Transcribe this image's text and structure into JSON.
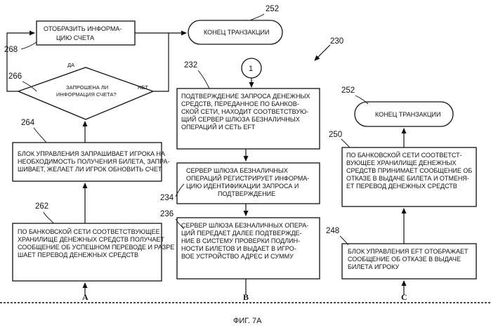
{
  "figure": {
    "caption": "ФИГ. 7А",
    "overall_ref": "230",
    "connector_label": "1",
    "columns": [
      "A",
      "B",
      "C"
    ]
  },
  "column_a": {
    "box_262": {
      "ref": "262",
      "lines": [
        "ПО  БАНКОВСКОЙ СЕТИ СООТВЕТСТВУЮЩЕЕ",
        "ХРАНИЛИЩЕ ДЕНЕЖНЫХ СРЕДСТВ ПОЛУЧАЕТ",
        "СООБЩЕНИЕ ОБ УСПЕШНОМ ПЕРЕВОДЕ И РАЗРЕ",
        "ШАЕТ ПЕРЕВОД ДЕНЕЖНЫХ СРЕДСТВ"
      ]
    },
    "box_264": {
      "ref": "264",
      "lines": [
        "БЛОК УПРАВЛЕНИЯ ЗАПРАШИВАЕТ ИГРОКА НА",
        "НЕОБХОДИМОСТЬ ПОЛУЧЕНИЯ БИЛЕТА, ЗАПРА-",
        "ШИВАЕТ, ЖЕЛАЕТ ЛИ ИГРОК ОБНОВИТЬ СЧЕТ"
      ]
    },
    "decision_266": {
      "ref": "266",
      "lines": [
        "ЗАПРОШЕНА ЛИ",
        "ИНФОРМАЦИЯ СЧЕТА?"
      ],
      "yes_label": "ДА",
      "no_label": "НЕТ"
    },
    "box_268": {
      "ref": "268",
      "lines": [
        "ОТОБРАЗИТЬ ИНФОРМА-",
        "ЦИЮ  СЧЕТА"
      ]
    },
    "end_252": {
      "ref": "252",
      "label": "КОНЕЦ ТРАНЗАКЦИИ"
    }
  },
  "column_b": {
    "box_232": {
      "ref": "232",
      "lines": [
        "ПОДТВЕРЖДЕНИЕ ЗАПРОСА  ДЕНЕЖНЫХ",
        "СРЕДСТВ, ПЕРЕДАННОЕ  ПО БАНКОВ-",
        "СКОЙ СЕТИ, НАХОДИТ СООТВЕТСТВУЮ-",
        "ЩИЙ СЕРВЕР ШЛЮЗА БЕЗНАЛИЧНЫХ",
        "ОПЕРАЦИЙ  И СЕТЬ  EFT"
      ]
    },
    "box_234": {
      "ref": "234",
      "lines": [
        "СЕРВЕР ШЛЮЗА БЕЗНАЛИЧНЫХ",
        "ОПЕРАЦИЙ РЕГИСТРИРУЕТ ИНФОРМА-",
        "ЦИЮ ИДЕНТИФИКАЦИИ ЗАПРОСА  И",
        "ПОДТВЕРЖДЕНИЕ"
      ]
    },
    "box_236": {
      "ref": "236",
      "lines": [
        "СЕРВЕР ШЛЮЗА БЕЗНАЛИЧНЫХ ОПЕРА-",
        "ЦИЙ ПЕРЕДАЕТ  ДАЛЕЕ ПОДТВЕРЖДЕ-",
        "НИЕ В СИСТЕМУ ПРОВЕРКИ ПОДЛИН-",
        "НОСТИ БИЛЕТОВ  И  ВЫДАЕТ В ИГРО-",
        "ВОЕ УСТРОЙСТВО АДРЕС И СУММУ"
      ]
    }
  },
  "column_c": {
    "end_252": {
      "ref": "252",
      "label": "КОНЕЦ  ТРАНЗАКЦИИ"
    },
    "box_250": {
      "ref": "250",
      "lines": [
        "ПО БАНКОВСКОЙ СЕТИ СООТВЕТСТ-",
        "ВУЮЩЕЕ ХРАНИЛИЩЕ ДЕНЕЖНЫХ",
        "СРЕДСТВ ПРИНИМАЕТ СООБЩЕНИЕ ОБ",
        "ОТКАЗЕ В ВЫДАЧЕ БИЛЕТА И ОТМЕНЯ-",
        "ЕТ ПЕРЕВОД  ДЕНЕЖНЫХ  СРЕДСТВ"
      ]
    },
    "box_248": {
      "ref": "248",
      "lines": [
        "БЛОК УПРАВЛЕНИЯ EFT ОТОБРАЖАЕТ",
        "СООБЩЕНИЕ ОБ ОТКАЗЕ В ВЫДАЧЕ",
        "БИЛЕТА  ИГРОКУ"
      ]
    }
  }
}
